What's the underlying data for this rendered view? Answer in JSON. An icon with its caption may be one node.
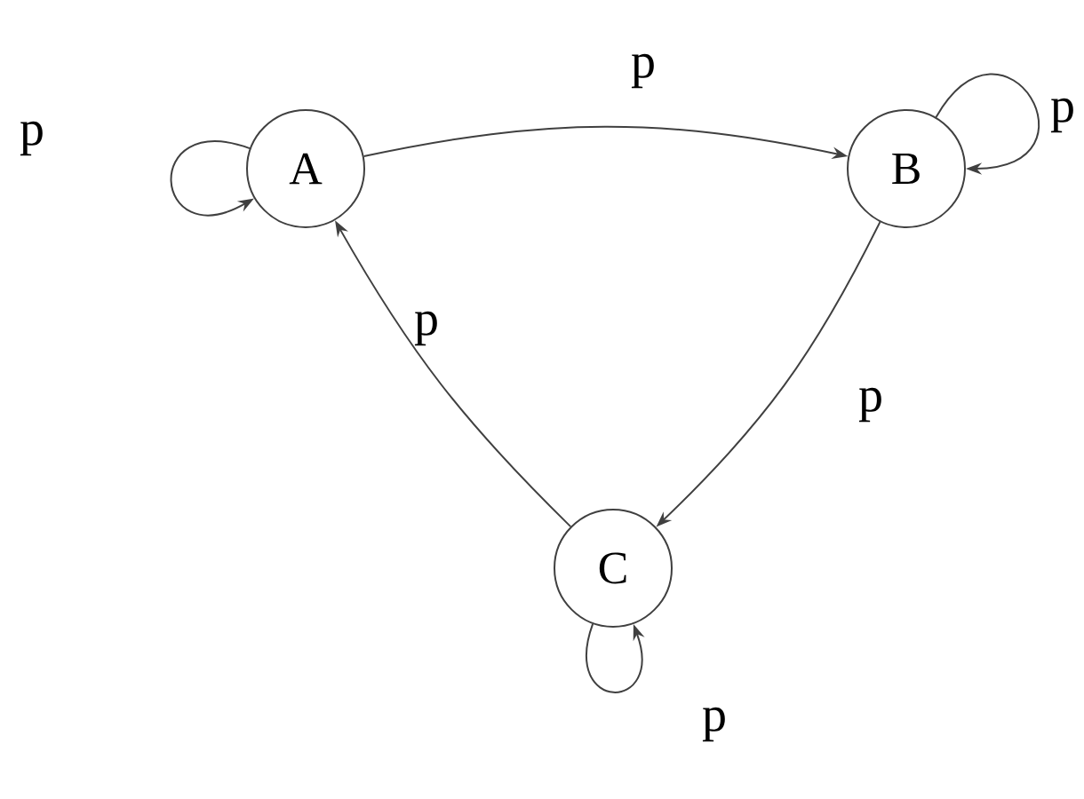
{
  "diagram": {
    "nodes": [
      {
        "text": [
          "A"
        ]
      },
      {
        "text": [
          "B"
        ]
      },
      {
        "text": [
          "C"
        ]
      }
    ],
    "edges": [
      {
        "from": 0,
        "to": 0,
        "arrow": "to",
        "label": "p"
      },
      {
        "from": 0,
        "to": 1,
        "arrow": "to",
        "label": "p"
      },
      {
        "from": 1,
        "to": 1,
        "arrow": "to",
        "label": "p"
      },
      {
        "from": 1,
        "to": 2,
        "arrow": "to",
        "label": "p"
      },
      {
        "from": 2,
        "to": 0,
        "arrow": "to",
        "label": "p"
      },
      {
        "from": 2,
        "to": 2,
        "arrow": "to",
        "label": "p"
      }
    ]
  }
}
